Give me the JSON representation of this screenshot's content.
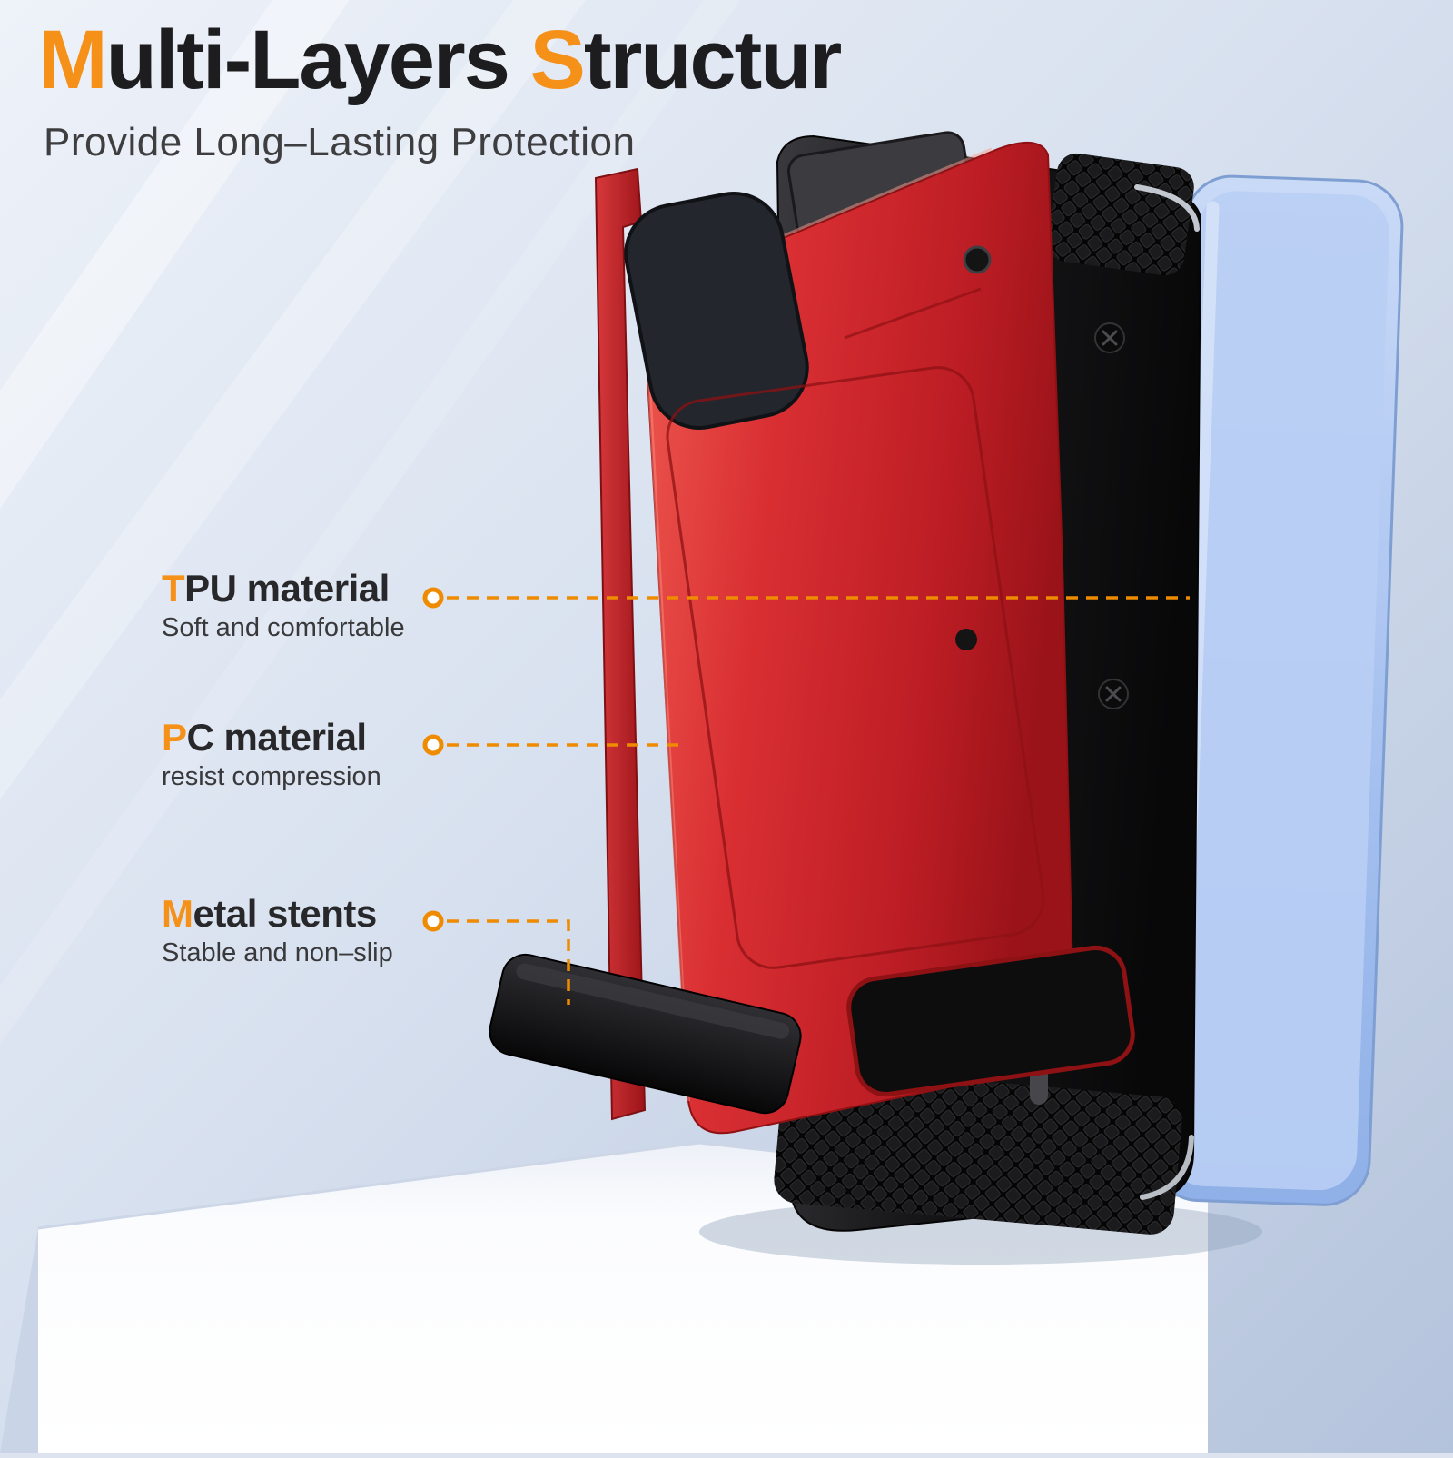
{
  "header": {
    "title_parts": [
      {
        "text": "M",
        "accent": true
      },
      {
        "text": "ulti-Layers ",
        "accent": false
      },
      {
        "text": "S",
        "accent": true
      },
      {
        "text": "tructur",
        "accent": false
      }
    ],
    "subtitle": "Provide Long–Lasting Protection"
  },
  "callouts": [
    {
      "lead": "T",
      "title_rest": "PU material",
      "desc": "Soft and comfortable"
    },
    {
      "lead": "P",
      "title_rest": "C material",
      "desc": "resist compression"
    },
    {
      "lead": "M",
      "title_rest": "etal stents",
      "desc": "Stable and non–slip"
    }
  ],
  "colors": {
    "accent_orange": "#f59119",
    "callout_line_orange": "#ef8b00",
    "case_red": "#d0262b",
    "case_black": "#121214",
    "phone_blue": "#a9c3f0",
    "title_dark": "#1d1d1f",
    "pedestal_white": "#fbfcfe"
  }
}
